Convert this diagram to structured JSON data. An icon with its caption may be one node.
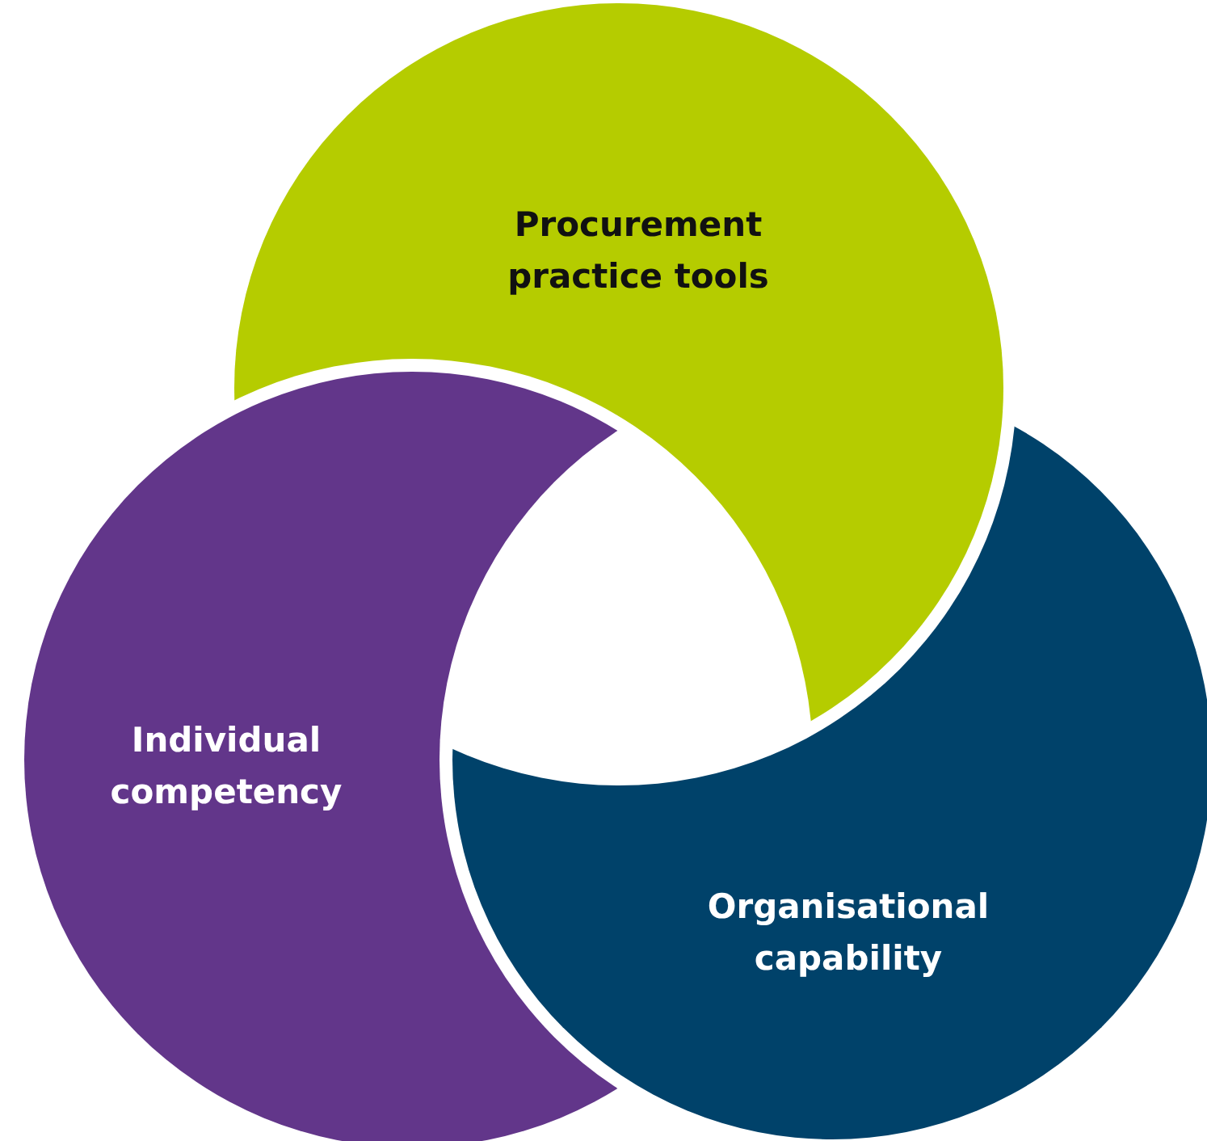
{
  "diagram": {
    "nodes": [
      {
        "text": [
          "Procurement practice tools"
        ]
      },
      {
        "text": [
          "Individual competency"
        ]
      },
      {
        "text": [
          "Organisational capability"
        ]
      }
    ]
  }
}
